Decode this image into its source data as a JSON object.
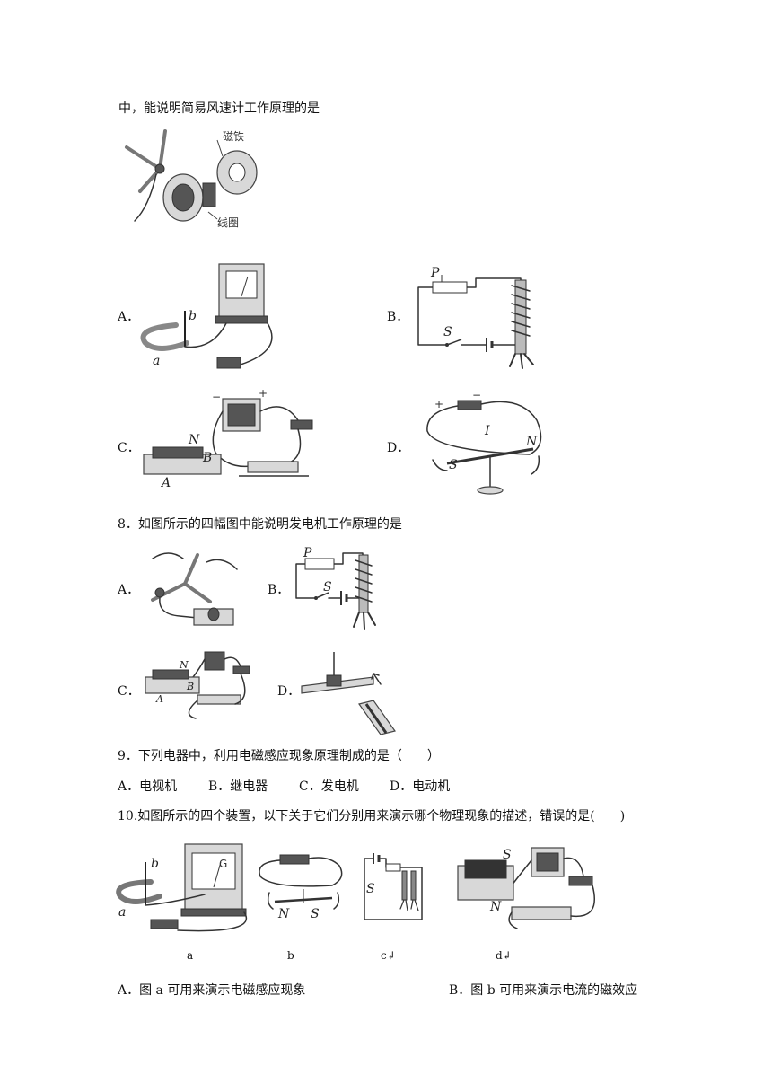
{
  "intro_line": "中，能说明简易风速计工作原理的是",
  "fan_figure": {
    "magnet_label": "磁铁",
    "coil_label": "线圈"
  },
  "q7": {
    "options": [
      {
        "letter": "A．",
        "labels": [
          "b",
          "a"
        ]
      },
      {
        "letter": "B．",
        "labels": [
          "P",
          "S"
        ]
      },
      {
        "letter": "C．",
        "labels": [
          "−",
          "+",
          "N",
          "B",
          "A"
        ]
      },
      {
        "letter": "D．",
        "labels": [
          "+",
          "−",
          "I",
          "S",
          "N"
        ]
      }
    ]
  },
  "q8": {
    "stem": "8．如图所示的四幅图中能说明发电机工作原理的是",
    "options": [
      {
        "letter": "A．"
      },
      {
        "letter": "B．",
        "labels": [
          "P",
          "S"
        ]
      },
      {
        "letter": "C．",
        "labels": [
          "N",
          "A",
          "B"
        ]
      },
      {
        "letter": "D．"
      }
    ]
  },
  "q9": {
    "stem": "9．下列电器中，利用电磁感应现象原理制成的是（　　）",
    "choices": [
      "A．电视机",
      "B．继电器",
      "C．发电机",
      "D．电动机"
    ]
  },
  "q10": {
    "stem": "10.如图所示的四个装置，以下关于它们分别用来演示哪个物理现象的描述，错误的是(　　)",
    "figures": [
      {
        "caption": "a",
        "labels": [
          "b",
          "a",
          "G"
        ]
      },
      {
        "caption": "b",
        "labels": [
          "N",
          "S"
        ]
      },
      {
        "caption": "c↲",
        "labels": [
          "S"
        ]
      },
      {
        "caption": "d↲",
        "labels": [
          "S",
          "N"
        ]
      }
    ],
    "choices": [
      "A．图 a 可用来演示电磁感应现象",
      "B．图 b 可用来演示电流的磁效应"
    ]
  }
}
